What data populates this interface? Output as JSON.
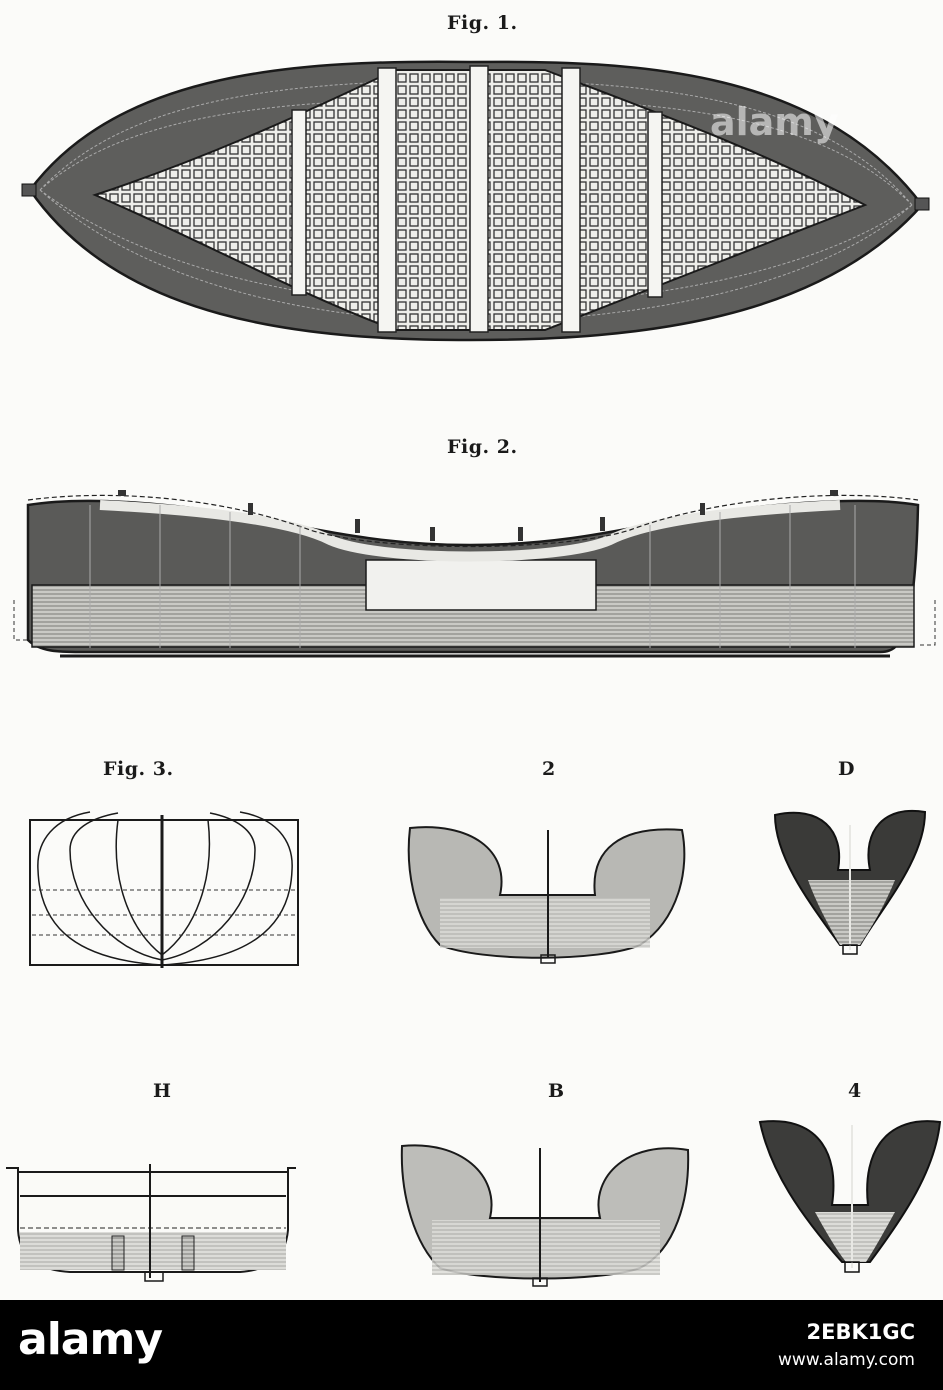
{
  "figures": {
    "fig1_label": "Fig. 1.",
    "fig2_label": "Fig. 2.",
    "fig3_label": "Fig. 3.",
    "section_2_label": "2",
    "section_D_label": "D",
    "section_H_label": "H",
    "section_B_label": "B",
    "section_4_label": "4"
  },
  "footer": {
    "brand": "alamy",
    "image_id": "2EBK1GC",
    "url": "www.alamy.com"
  },
  "watermark": {
    "text": "alamy"
  },
  "colors": {
    "ink": "#1a1a1a",
    "dark_hull": "#5a5a5a",
    "mid_hull": "#9a9a9a",
    "light_hull": "#d2d2d2",
    "paper": "#fbfbf9"
  }
}
